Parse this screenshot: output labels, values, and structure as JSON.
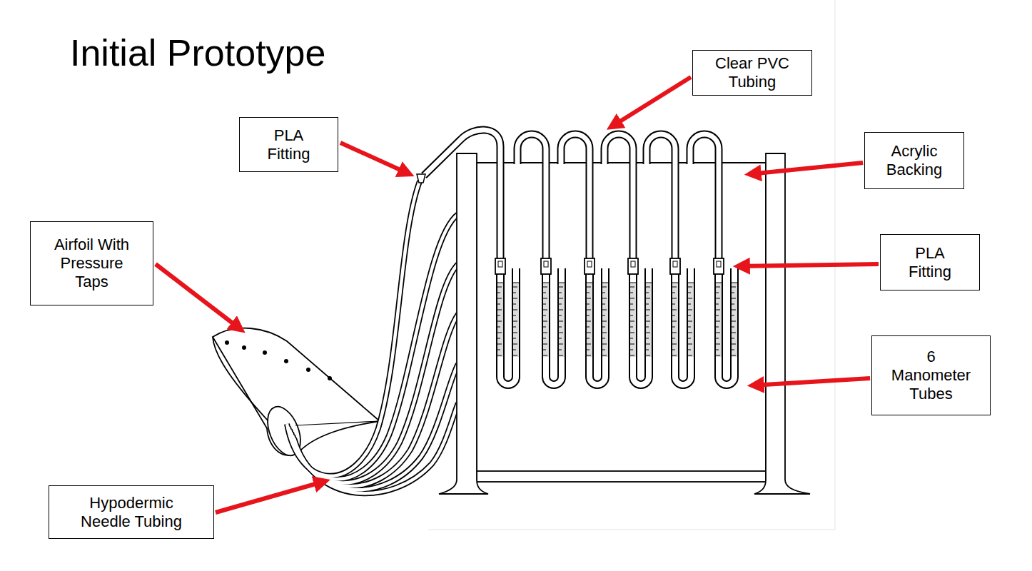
{
  "diagram": {
    "title": "Initial Prototype",
    "nodes": [
      {
        "text": [
          "Clear PVC Tubing"
        ]
      },
      {
        "text": [
          "PLA Fitting"
        ]
      },
      {
        "text": [
          "Acrylic Backing"
        ]
      },
      {
        "text": [
          "Airfoil With Pressure Taps"
        ]
      },
      {
        "text": [
          "PLA Fitting"
        ]
      },
      {
        "text": [
          "6 Manometer Tubes"
        ]
      },
      {
        "text": [
          "Hypodermic Needle Tubing"
        ]
      }
    ]
  }
}
